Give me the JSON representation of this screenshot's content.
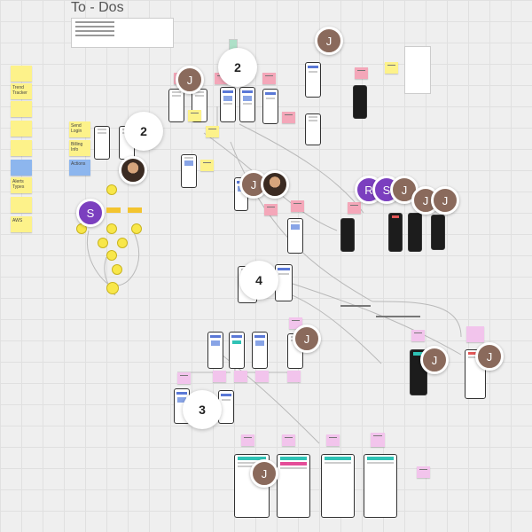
{
  "board": {
    "title": "To - Dos",
    "canvas_grid": "light-grid"
  },
  "left_stickies": [
    {
      "text": ""
    },
    {
      "text": "Trend Tracker"
    },
    {
      "text": ""
    },
    {
      "text": ""
    },
    {
      "text": ""
    },
    {
      "text": ""
    },
    {
      "text": "Alerts Types"
    },
    {
      "text": ""
    },
    {
      "text": "AWS"
    }
  ],
  "flow_stickies": [
    {
      "text": "Send Login"
    },
    {
      "text": "Billing Info"
    },
    {
      "text": "Actions"
    }
  ],
  "section_circles": [
    {
      "label": "2"
    },
    {
      "label": "2"
    },
    {
      "label": "4"
    },
    {
      "label": "3"
    }
  ],
  "avatars": [
    {
      "initial": "J"
    },
    {
      "initial": "J"
    },
    {
      "initial": ""
    },
    {
      "initial": "S"
    },
    {
      "initial": "J"
    },
    {
      "initial": ""
    },
    {
      "initial": "R"
    },
    {
      "initial": "S"
    },
    {
      "initial": "J"
    },
    {
      "initial": "J"
    },
    {
      "initial": "J"
    },
    {
      "initial": "J"
    },
    {
      "initial": "J"
    },
    {
      "initial": "J"
    }
  ],
  "captions": {
    "section_4_caption": "",
    "section_3_caption": "",
    "right_caption": "",
    "bottom_caption": ""
  },
  "colors": {
    "sticky_yellow": "#fdf28a",
    "sticky_pink": "#f4a7b9",
    "sticky_magenta": "#f2c4ec",
    "sticky_blue": "#8db6ee",
    "avatar_purple": "#7b3fbf",
    "avatar_brown": "#8a6a5c",
    "accent_teal": "#2fc2b5"
  }
}
